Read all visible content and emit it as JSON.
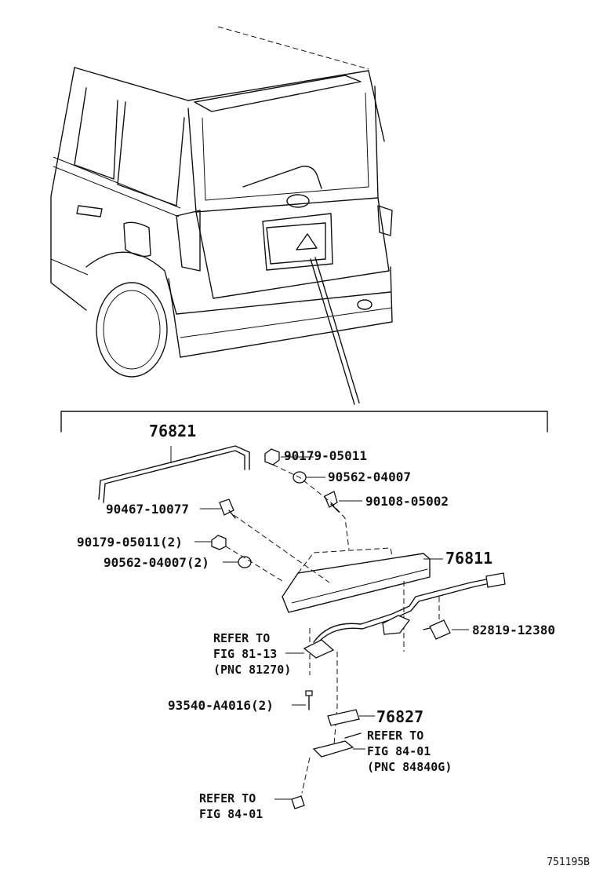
{
  "callouts": {
    "molding": "76821",
    "nut_top": "90179-05011",
    "washer_top": "90562-04007",
    "screw_top": "90108-05002",
    "clip": "90467-10077",
    "nut_left": "90179-05011(2)",
    "washer_left": "90562-04007(2)",
    "garnish": "76811",
    "bulb": "82819-12380",
    "screw_bottom": "93540-A4016(2)",
    "lamp_cover": "76827"
  },
  "references": {
    "ref1": {
      "line1": "REFER TO",
      "line2": "FIG 81-13",
      "line3": "(PNC 81270)"
    },
    "ref2": {
      "line1": "REFER TO",
      "line2": "FIG 84-01",
      "line3": "(PNC 84840G)"
    },
    "ref3": {
      "line1": "REFER TO",
      "line2": "FIG 84-01"
    }
  },
  "figure_number": "751195B"
}
